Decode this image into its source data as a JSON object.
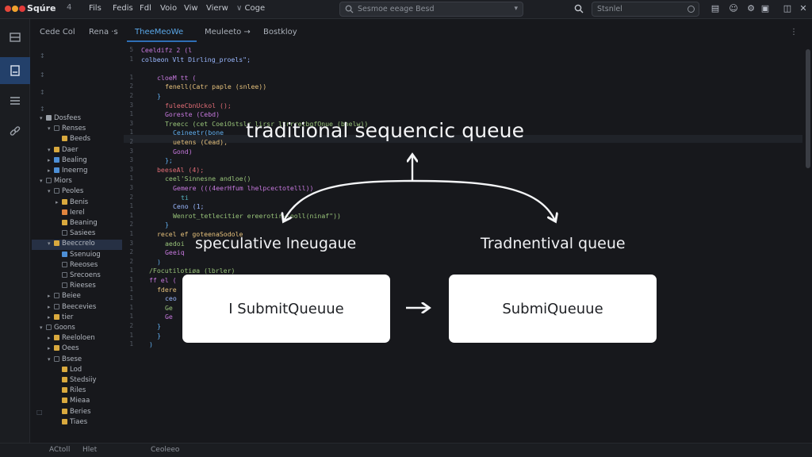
{
  "window": {
    "app_name": "Sqúre",
    "app_badge": "4",
    "traffic_colors": [
      "#e5473b",
      "#f0a22e",
      "#e23a3a"
    ]
  },
  "menu": [
    "Fils",
    "Fedis",
    "Fdl",
    "Voio",
    "Viw",
    "Vierw",
    "Coge"
  ],
  "search": {
    "placeholder": "Sesmoe eeage Besd"
  },
  "search2": {
    "value": "Stsnlel"
  },
  "tabs": [
    {
      "label": "Cede  Col"
    },
    {
      "label": "Rena  ·s"
    },
    {
      "label": "TheeMeoWe",
      "active": true
    },
    {
      "label": "Meuleeto →"
    },
    {
      "label": "Bostkloy"
    }
  ],
  "explorer": {
    "items": [
      {
        "label": "Dosfees",
        "indent": 0,
        "caret": "▾",
        "color": "#9aa0a8"
      },
      {
        "label": "Renses",
        "indent": 1,
        "caret": "▾",
        "color": ""
      },
      {
        "label": "Beeds",
        "indent": 2,
        "caret": "",
        "color": "#d9a93e"
      },
      {
        "label": "Daer",
        "indent": 1,
        "caret": "▾",
        "color": "#d9a93e"
      },
      {
        "label": "Bealing",
        "indent": 1,
        "caret": "▸",
        "color": "#4d8fd6"
      },
      {
        "label": "Ineerng",
        "indent": 1,
        "caret": "▸",
        "color": "#4d8fd6"
      },
      {
        "label": "Miors",
        "indent": 0,
        "caret": "▾",
        "color": ""
      },
      {
        "label": "Peoles",
        "indent": 1,
        "caret": "▾",
        "color": ""
      },
      {
        "label": "Benis",
        "indent": 2,
        "caret": "▸",
        "color": "#d9a93e"
      },
      {
        "label": "Ierel",
        "indent": 2,
        "caret": "",
        "color": "#e0843e"
      },
      {
        "label": "Beaning",
        "indent": 2,
        "caret": "",
        "color": "#d9a93e"
      },
      {
        "label": "Sasiees",
        "indent": 2,
        "caret": "",
        "color": ""
      },
      {
        "label": "Beeccrelo",
        "indent": 1,
        "caret": "▾",
        "color": "#d9a93e",
        "selected": true
      },
      {
        "label": "Ssenuiog",
        "indent": 2,
        "caret": "",
        "color": "#4d8fd6"
      },
      {
        "label": "Reeoses",
        "indent": 2,
        "caret": "",
        "color": ""
      },
      {
        "label": "Srecoens",
        "indent": 2,
        "caret": "",
        "color": ""
      },
      {
        "label": "Rieeses",
        "indent": 2,
        "caret": "",
        "color": ""
      },
      {
        "label": "Beiee",
        "indent": 1,
        "caret": "▸",
        "color": ""
      },
      {
        "label": "Beecevies",
        "indent": 1,
        "caret": "▸",
        "color": ""
      },
      {
        "label": "tier",
        "indent": 1,
        "caret": "▸",
        "color": "#d9a93e"
      },
      {
        "label": "Goons",
        "indent": 0,
        "caret": "▾",
        "color": ""
      },
      {
        "label": "Reeloloen",
        "indent": 1,
        "caret": "▸",
        "color": "#d9a93e"
      },
      {
        "label": "Oees",
        "indent": 1,
        "caret": "▸",
        "color": "#d9a93e"
      },
      {
        "label": "Bsese",
        "indent": 1,
        "caret": "▾",
        "color": ""
      },
      {
        "label": "Lod",
        "indent": 2,
        "caret": "",
        "color": "#d9a93e"
      },
      {
        "label": "Stedsiiy",
        "indent": 2,
        "caret": "",
        "color": "#d9a93e"
      },
      {
        "label": "Riles",
        "indent": 2,
        "caret": "",
        "color": "#d9a93e"
      },
      {
        "label": "Mieaa",
        "indent": 2,
        "caret": "",
        "color": "#d9a93e"
      },
      {
        "label": "Beries",
        "indent": 2,
        "caret": "",
        "color": "#d9a93e"
      },
      {
        "label": "Tiaes",
        "indent": 2,
        "caret": "",
        "color": "#d9a93e"
      }
    ]
  },
  "code_lines": [
    {
      "n": "5",
      "indent": 0,
      "color": "#c678dd",
      "text": "Ceeldifz 2 (l"
    },
    {
      "n": "1",
      "indent": 0,
      "color": "#9ab8ff",
      "text": "colbeon Vlt Dirling_proels\";"
    },
    {
      "n": "",
      "indent": 0,
      "color": "#56b6c2",
      "text": ""
    },
    {
      "n": "1",
      "indent": 2,
      "color": "#c678dd",
      "text": "cloeM tt ("
    },
    {
      "n": "2",
      "indent": 3,
      "color": "#e5c07b",
      "text": "fenell(Catr paple (snlee))"
    },
    {
      "n": "2",
      "indent": 2,
      "color": "#61afef",
      "text": "}"
    },
    {
      "n": "3",
      "indent": 3,
      "color": "#e06c75",
      "text": "fuleeCbnUckol ();"
    },
    {
      "n": "1",
      "indent": 3,
      "color": "#c678dd",
      "text": "Goreste (Cebd)"
    },
    {
      "n": "3",
      "indent": 3,
      "color": "#98c379",
      "text": "Treecc (cet CoeiOstslr lirsr ltrrretbgfOnue (bhelw))"
    },
    {
      "n": "1",
      "indent": 4,
      "color": "#61afef",
      "text": "Ceineetr(bone"
    },
    {
      "n": "2",
      "indent": 4,
      "color": "#e5c07b",
      "text": "uetens (Cead),"
    },
    {
      "n": "3",
      "indent": 4,
      "color": "#c678dd",
      "text": "Gond)"
    },
    {
      "n": "3",
      "indent": 3,
      "color": "#61afef",
      "text": "};"
    },
    {
      "n": "3",
      "indent": 2,
      "color": "#e06c75",
      "text": "beeseAl (4);"
    },
    {
      "n": "1",
      "indent": 3,
      "color": "#98c379",
      "text": "ceel'Sinnesne andloe()"
    },
    {
      "n": "3",
      "indent": 4,
      "color": "#c678dd",
      "text": "Gemere (((4eerHfum lhelpcectotelll))"
    },
    {
      "n": "2",
      "indent": 5,
      "color": "#56b6c2",
      "text": "ti"
    },
    {
      "n": "1",
      "indent": 4,
      "color": "#9ab8ff",
      "text": "Ceno (1;"
    },
    {
      "n": "1",
      "indent": 4,
      "color": "#98c379",
      "text": "Wenrot_tetlecitier ereerotir--ooll(ninaf\"))"
    },
    {
      "n": "2",
      "indent": 3,
      "color": "#61afef",
      "text": "}"
    },
    {
      "n": "1",
      "indent": 2,
      "color": "#e5c07b",
      "text": "recel ef goteenaSodole"
    },
    {
      "n": "3",
      "indent": 3,
      "color": "#98c379",
      "text": "aedoi"
    },
    {
      "n": "2",
      "indent": 3,
      "color": "#c678dd",
      "text": "Geeiq"
    },
    {
      "n": "2",
      "indent": 2,
      "color": "#61afef",
      "text": ")"
    },
    {
      "n": "1",
      "indent": 1,
      "color": "#98c379",
      "text": "/Focutilotiøa (lbrler)"
    },
    {
      "n": "1",
      "indent": 1,
      "color": "#c678dd",
      "text": "ff el ("
    },
    {
      "n": "1",
      "indent": 2,
      "color": "#e5c07b",
      "text": "fdere"
    },
    {
      "n": "1",
      "indent": 3,
      "color": "#9ab8ff",
      "text": "ceo"
    },
    {
      "n": "1",
      "indent": 3,
      "color": "#98c379",
      "text": "Ge"
    },
    {
      "n": "1",
      "indent": 3,
      "color": "#c678dd",
      "text": "Ge"
    },
    {
      "n": "2",
      "indent": 2,
      "color": "#61afef",
      "text": "}"
    },
    {
      "n": "1",
      "indent": 2,
      "color": "#61afef",
      "text": "}"
    },
    {
      "n": "1",
      "indent": 1,
      "color": "#61afef",
      "text": ")"
    }
  ],
  "diagram": {
    "heading": "traditional sequencic queue",
    "left_label": "speculative lneugaue",
    "right_label": "Tradnentival queue",
    "left_box": "I SubmitQueuue",
    "right_box": "SubmiQueuue"
  },
  "status": {
    "left": "ACtoll",
    "mid": "Hlet",
    "right": "Ceoleeo"
  }
}
